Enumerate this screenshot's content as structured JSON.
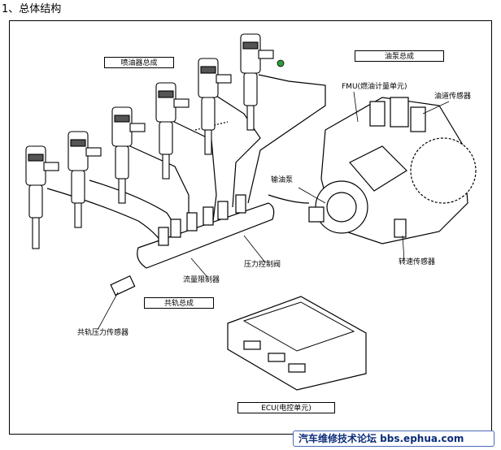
{
  "heading": "1、总体结构",
  "labels": {
    "injector_assembly": "喷油器总成",
    "pump_assembly": "油泵总成",
    "fmu": "FMU(燃油计量单元)",
    "rail_pressure_sensor_pump": "油道传感器",
    "feed_pump": "输油泵",
    "speed_sensor": "转速传感器",
    "pressure_control_valve": "压力控制阀",
    "flow_limiter": "流量限制器",
    "common_rail_assembly": "共轨总成",
    "common_rail_pressure_sensor": "共轨压力传感器",
    "ecu": "ECU(电控单元)"
  },
  "watermark": "汽车维修技术论坛 bbs.ephua.com",
  "colors": {
    "line": "#000000",
    "connector_green": "#2e9e3a",
    "watermark_text": "#0b2d7a"
  }
}
